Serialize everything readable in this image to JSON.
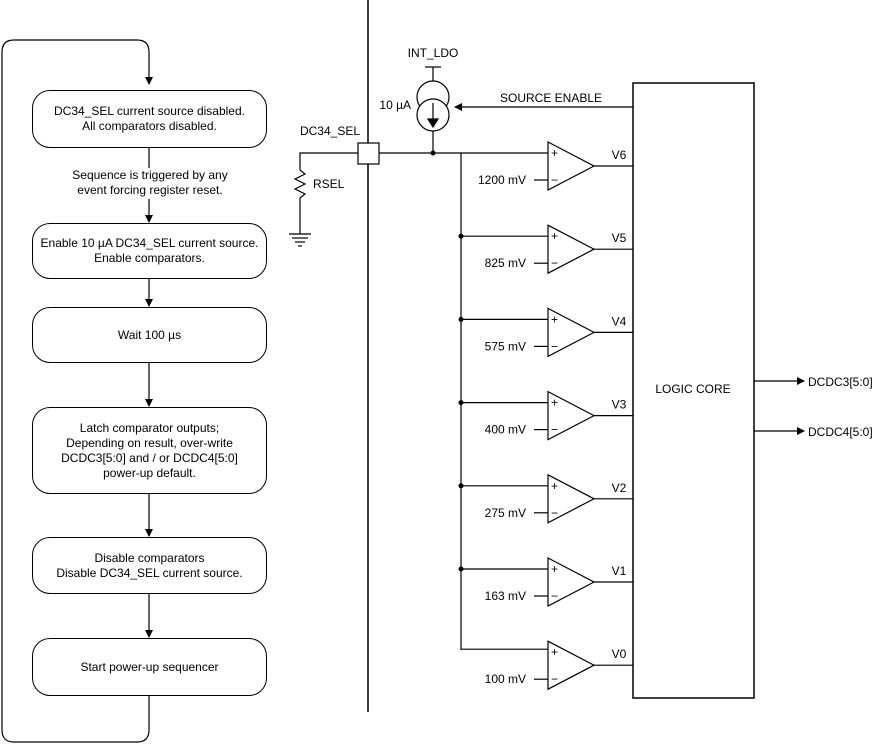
{
  "flowchart": {
    "steps": [
      {
        "line1": "DC34_SEL current source disabled.",
        "line2": "All comparators disabled."
      },
      {
        "line1": "Enable 10 µA DC34_SEL current source.",
        "line2": "Enable comparators."
      },
      {
        "line1": "Wait 100 µs",
        "line2": ""
      },
      {
        "line1": "Latch comparator outputs;",
        "line2": "Depending on result, over-write",
        "line3": "DCDC3[5:0] and / or DCDC4[5:0]",
        "line4": "power-up default."
      },
      {
        "line1": "Disable comparators",
        "line2": "Disable DC34_SEL current source."
      },
      {
        "line1": "Start power-up sequencer",
        "line2": ""
      }
    ],
    "trigger_note": {
      "line1": "Sequence is triggered by any",
      "line2": "event forcing register reset."
    }
  },
  "circuit": {
    "int_ldo_label": "INT_LDO",
    "current_label": "10 µA",
    "source_enable_label": "SOURCE ENABLE",
    "pin_label": "DC34_SEL",
    "resistor_label": "RSEL",
    "logic_core_label": "LOGIC CORE",
    "outputs": [
      "DCDC3[5:0]",
      "DCDC4[5:0]"
    ],
    "comparators": [
      {
        "out": "V6",
        "ref": "1200 mV"
      },
      {
        "out": "V5",
        "ref": "825 mV"
      },
      {
        "out": "V4",
        "ref": "575 mV"
      },
      {
        "out": "V3",
        "ref": "400 mV"
      },
      {
        "out": "V2",
        "ref": "275 mV"
      },
      {
        "out": "V1",
        "ref": "163 mV"
      },
      {
        "out": "V0",
        "ref": "100 mV"
      }
    ],
    "plus_sign": "+",
    "minus_sign": "−"
  }
}
